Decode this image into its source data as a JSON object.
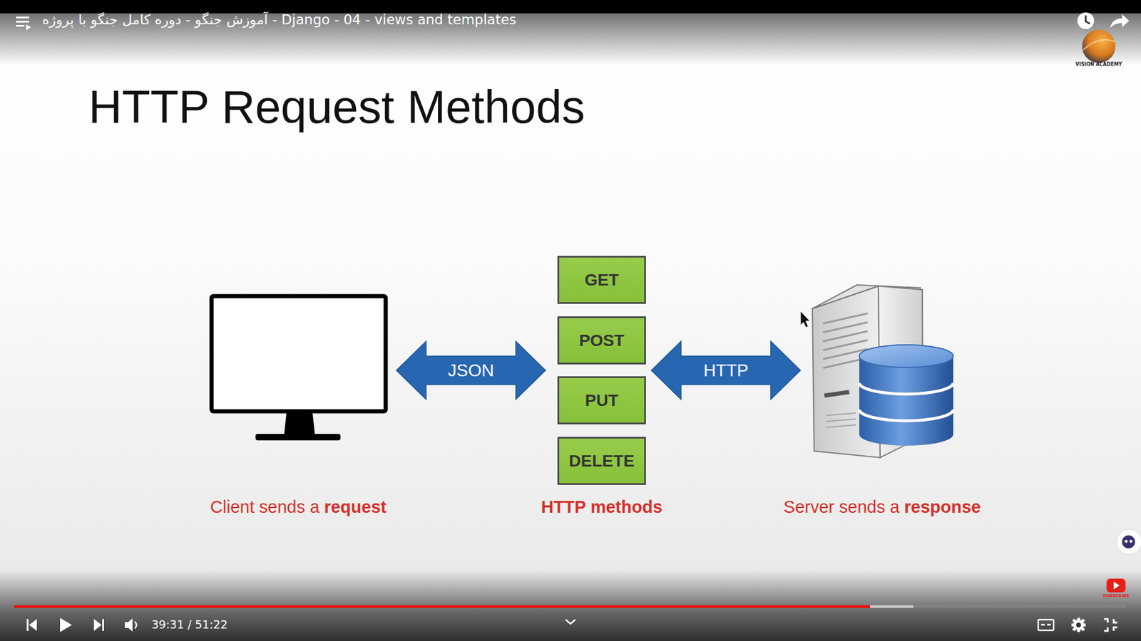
{
  "diagram": {
    "title": "HTTP Request Methods",
    "nodes": [
      {
        "text": [
          "Client sends a",
          "request"
        ]
      },
      {
        "text": [
          "HTTP methods"
        ]
      },
      {
        "text": [
          "GET"
        ],
        "in": 1
      },
      {
        "text": [
          "POST"
        ],
        "in": 1
      },
      {
        "text": [
          "PUT"
        ],
        "in": 1
      },
      {
        "text": [
          "DELETE"
        ],
        "in": 1
      },
      {
        "text": [
          "Server sends a",
          "response"
        ]
      }
    ],
    "edges": [
      {
        "from": 0,
        "to": 1,
        "label": "JSON",
        "arrow": "both"
      },
      {
        "from": 1,
        "to": 6,
        "label": "HTTP",
        "arrow": "both"
      }
    ],
    "labels": [
      "آموزش جنگو - دوره کامل جنگو با پروژه - Django - 04 - views and templates",
      "39:31 / 51:22",
      "VISION ACADEMY",
      "SUBSCRIBE"
    ]
  }
}
